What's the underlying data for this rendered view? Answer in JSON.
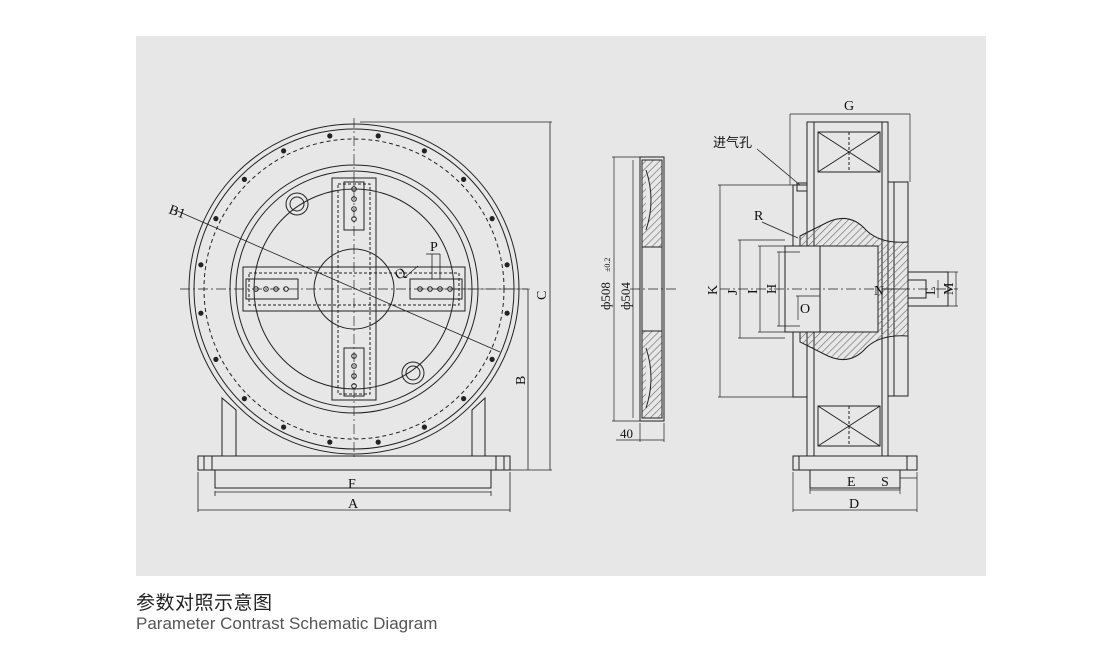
{
  "caption": {
    "title_cn": "参数对照示意图",
    "title_en": "Parameter Contrast Schematic Diagram"
  },
  "front_view": {
    "labels": {
      "b1": "B1",
      "p": "P",
      "q": "Q",
      "a": "A",
      "f": "F",
      "b": "B",
      "c": "C"
    }
  },
  "section_view": {
    "labels": {
      "d508": "ф508",
      "d508_tol": "±0.2",
      "d504": "ф504",
      "w40": "40"
    }
  },
  "side_view": {
    "labels": {
      "air_inlet": "进气孔",
      "g": "G",
      "r": "R",
      "k": "K",
      "j": "J",
      "i": "I",
      "h": "H",
      "o": "O",
      "n": "N",
      "l": "L",
      "m": "M",
      "e": "E",
      "s": "S",
      "d": "D"
    }
  },
  "colors": {
    "panel": "#e7e7e7",
    "line": "#222222",
    "hatch": "#6f6f6f"
  }
}
